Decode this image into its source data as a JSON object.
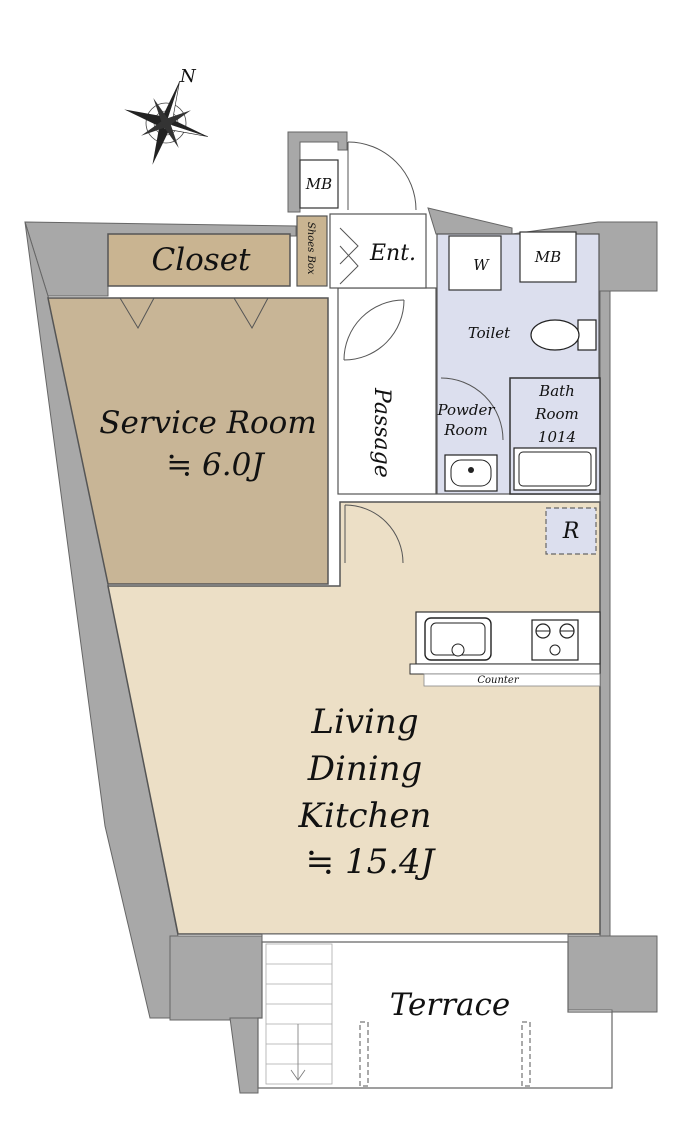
{
  "compass": {
    "north_label": "N"
  },
  "rooms": {
    "mb_top": "MB",
    "shoes_box": "Shoes Box",
    "entrance": "Ent.",
    "washer": "W",
    "mb_right": "MB",
    "closet": "Closet",
    "service_room": {
      "name": "Service Room",
      "area": "≒ 6.0J"
    },
    "toilet": "Toilet",
    "passage": "Passage",
    "powder_room": {
      "line1": "Powder",
      "line2": "Room"
    },
    "bath_room": {
      "line1": "Bath",
      "line2": "Room",
      "line3": "1014"
    },
    "refrigerator": "R",
    "counter": "Counter",
    "ldk": {
      "line1": "Living",
      "line2": "Dining",
      "line3": "Kitchen",
      "area": "≒ 15.4J"
    },
    "terrace": "Terrace"
  },
  "colors": {
    "wall": "#a8a8a8",
    "service_floor": "#c8b596",
    "ldk_floor": "#ecdfc6",
    "wet_area": "#dcdfee",
    "closet_floor": "#c9b491"
  }
}
